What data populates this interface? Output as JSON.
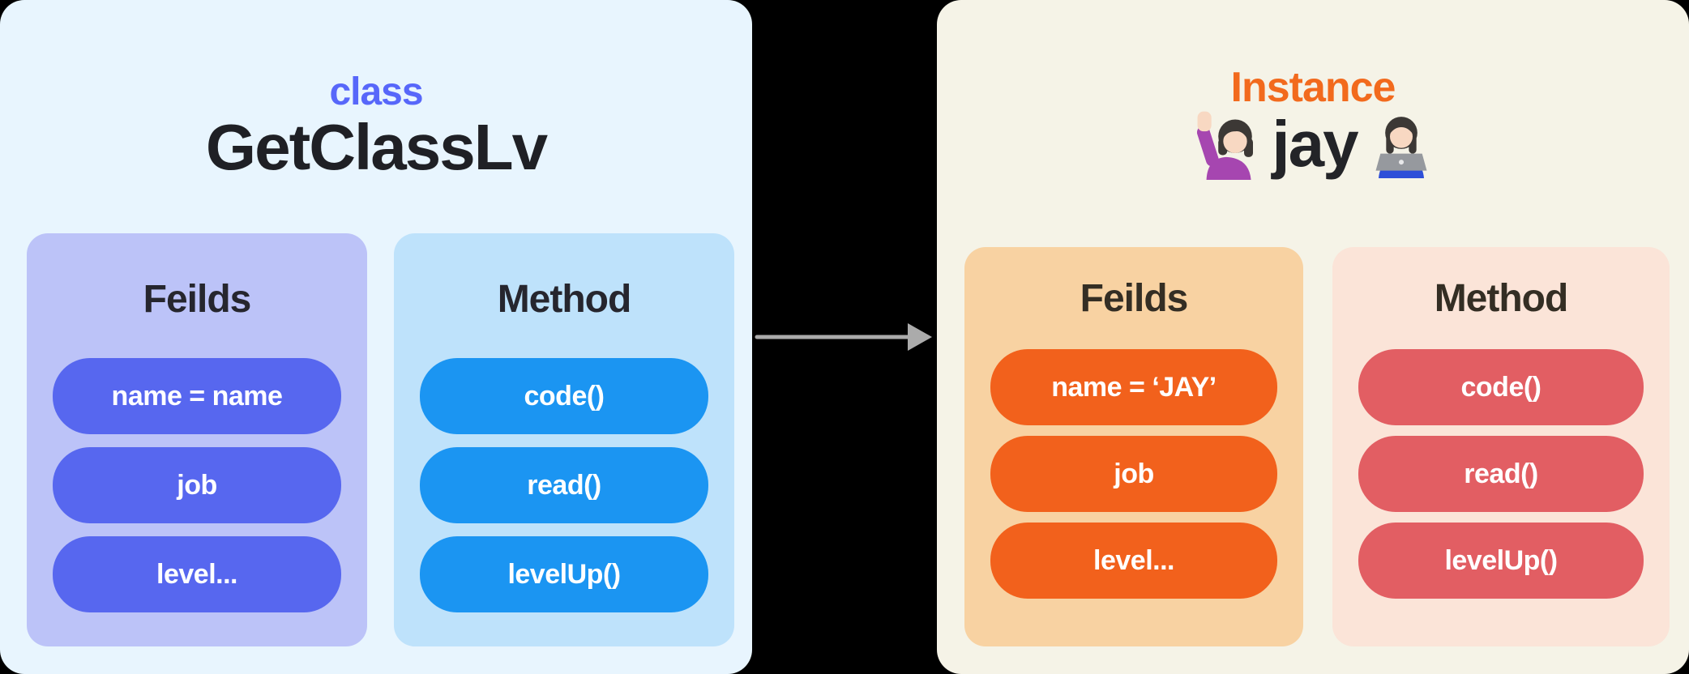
{
  "class_panel": {
    "kicker": "class",
    "title": "GetClassLv",
    "fields": {
      "title": "Feilds",
      "items": [
        "name = name",
        "job",
        "level..."
      ]
    },
    "methods": {
      "title": "Method",
      "items": [
        "code()",
        "read()",
        "levelUp()"
      ]
    }
  },
  "arrow": {
    "direction": "right"
  },
  "instance_panel": {
    "kicker": "Instance",
    "title": "jay",
    "emoji_before": "🙋🏻‍♀️",
    "emoji_after": "👩🏻‍💻",
    "fields": {
      "title": "Feilds",
      "items": [
        "name = ‘JAY’",
        "job",
        "level..."
      ]
    },
    "methods": {
      "title": "Method",
      "items": [
        "code()",
        "read()",
        "levelUp()"
      ]
    }
  },
  "colors": {
    "background": "#000000",
    "class_panel_bg": "#E8F5FE",
    "class_kicker": "#5767FA",
    "class_fields_box": "#BCC3F8",
    "class_field_pill": "#5767EF",
    "class_methods_box": "#BEE2FB",
    "class_method_pill": "#1B95F2",
    "instance_panel_bg": "#F5F3E7",
    "instance_kicker": "#F26A1D",
    "instance_fields_box": "#F8D2A2",
    "instance_field_pill": "#F2611C",
    "instance_methods_box": "#FBE4D8",
    "instance_method_pill": "#E25E63",
    "arrow": "#ABABAB",
    "heading_text": "#232428",
    "pill_text": "#FFFFFF"
  }
}
